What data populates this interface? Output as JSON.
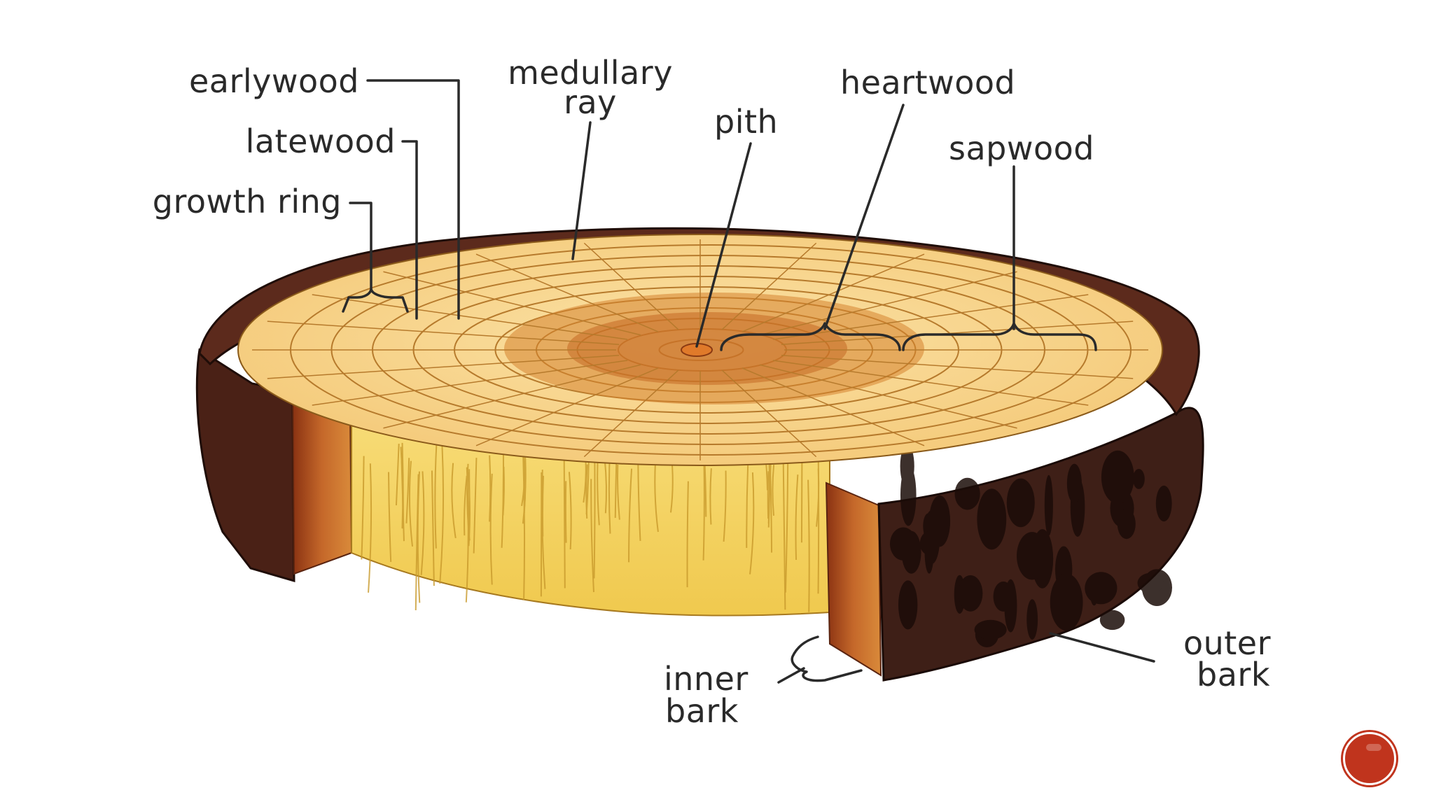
{
  "diagram": {
    "labels": {
      "earlywood": "earlywood",
      "latewood": "latewood",
      "growth_ring": "growth ring",
      "medullary_ray_1": "medullary",
      "medullary_ray_2": "ray",
      "pith": "pith",
      "heartwood": "heartwood",
      "sapwood": "sapwood",
      "inner_bark_1": "inner",
      "inner_bark_2": "bark",
      "outer_bark_1": "outer",
      "outer_bark_2": "bark"
    },
    "colors": {
      "bark_dark": "#3a1c14",
      "bark_mid": "#6b2e1f",
      "inner_bark": "#b85a22",
      "sapwood": "#f7d48a",
      "heartwood": "#d9822b",
      "side_wood": "#f5d46a",
      "leader": "#2a2a2a",
      "nav_button": "#c0341d"
    }
  },
  "nav": {
    "icon": "circle-nav-icon"
  }
}
